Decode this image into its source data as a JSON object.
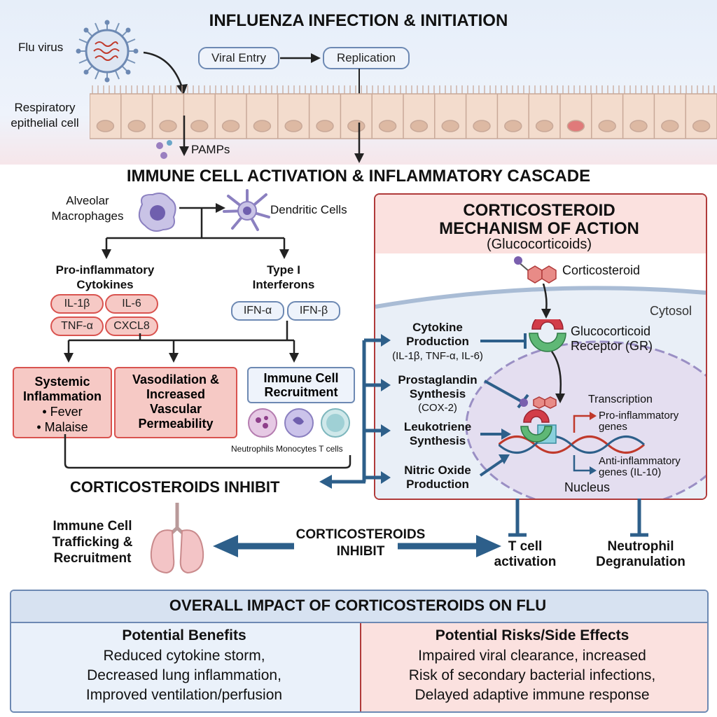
{
  "top": {
    "title": "INFLUENZA INFECTION & INITIATION",
    "flu_virus_label": "Flu virus",
    "epithelial_label": "Respiratory epithelial cell",
    "viral_entry": "Viral Entry",
    "replication": "Replication",
    "pamps": "PAMPs"
  },
  "immune": {
    "title": "IMMUNE CELL ACTIVATION & INFLAMMATORY CASCADE",
    "alveolar_macrophages": "Alveolar Macrophages",
    "dendritic_cells": "Dendritic Cells",
    "pro_inflammatory_title": "Pro-inflammatory Cytokines",
    "cytokines": [
      "IL-1β",
      "IL-6",
      "TNF-α",
      "CXCL8"
    ],
    "type1_title": "Type I Interferons",
    "interferons": [
      "IFN-α",
      "IFN-β"
    ],
    "systemic_title": "Systemic Inflammation",
    "systemic_items": [
      "• Fever",
      "• Malaise"
    ],
    "vaso_title": "Vasodilation & Increased Vascular Permeability",
    "recruit_title": "Immune Cell Recruitment",
    "recruit_cells": "Neutrophils Monocytes T cells",
    "inhibit_label": "CORTICOSTEROIDS INHIBIT"
  },
  "mechanism": {
    "title_line1": "CORTICOSTEROID",
    "title_line2": "MECHANISM OF ACTION",
    "subtitle": "(Glucocorticoids)",
    "corticosteroid": "Corticosteroid",
    "cytosol": "Cytosol",
    "gr_label_1": "Glucocorticoid",
    "gr_label_2": "Receptor (GR)",
    "cytokine_prod_title": "Cytokine Production",
    "cytokine_prod_sub": "(IL-1β, TNF-α, IL-6)",
    "prostaglandin_title": "Prostaglandin Synthesis",
    "prostaglandin_sub": "(COX-2)",
    "leukotriene_title": "Leukotriene Synthesis",
    "nitric_title": "Nitric Oxide Production",
    "transcription": "Transcription",
    "pro_genes": "Pro-inflammatory genes",
    "anti_genes": "Anti-inflammatory genes (IL-10)",
    "nucleus": "Nucleus"
  },
  "lower": {
    "trafficking": "Immune Cell Trafficking & Recruitment",
    "inhibit_label": "CORTICOSTEROIDS INHIBIT",
    "tcell": "T cell activation",
    "neutrophil": "Neutrophil Degranulation"
  },
  "impact": {
    "title": "OVERALL IMPACT OF CORTICOSTEROIDS ON FLU",
    "benefits_title": "Potential Benefits",
    "benefits": [
      "Reduced cytokine storm,",
      "Decreased lung inflammation,",
      "Improved ventilation/perfusion"
    ],
    "risks_title": "Potential Risks/Side Effects",
    "risks": [
      "Impaired viral clearance, increased",
      "Risk of secondary bacterial infections,",
      "Delayed adaptive immune response"
    ]
  },
  "colors": {
    "blue_arrow": "#2d5f8a",
    "red_accent": "#c0392b",
    "pink_fill": "#f6c9c5",
    "top_band": "#e8eef8"
  }
}
